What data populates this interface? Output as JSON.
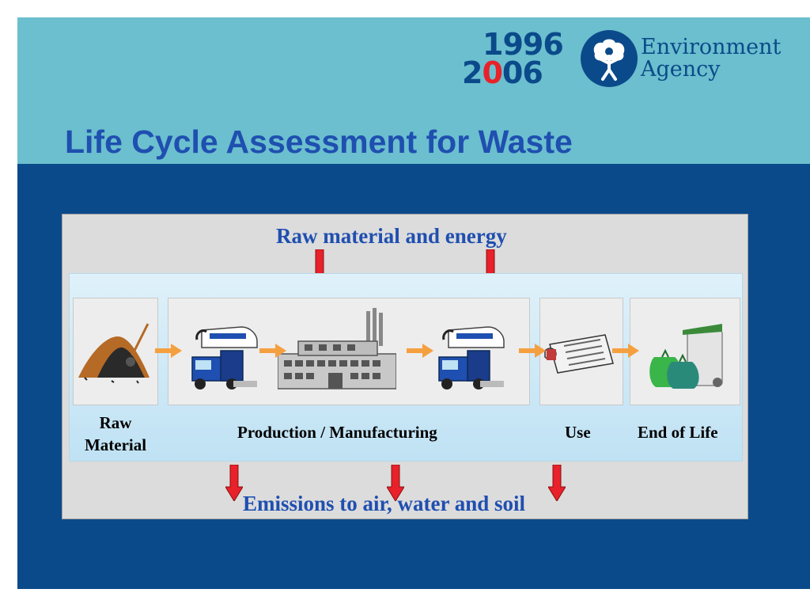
{
  "header": {
    "anniversary_line1": "1996",
    "anniversary_line2_a": "2",
    "anniversary_line2_zero": "0",
    "anniversary_line2_b": "06",
    "agency_line1": "Environment",
    "agency_line2": "Agency",
    "title": "Life Cycle Assessment for Waste"
  },
  "diagram": {
    "inputs_label": "Raw material and energy",
    "outputs_label": "Emissions to air, water and soil",
    "stages": {
      "raw_line1": "Raw",
      "raw_line2": "Material",
      "production": "Production / Manufacturing",
      "use": "Use",
      "end_of_life": "End of Life"
    }
  },
  "colors": {
    "header_bg": "#6bbfce",
    "slide_bg": "#0b4a8a",
    "title": "#1f4fb0",
    "arrow_red": "#e8212a",
    "arrow_orange": "#f5a040"
  }
}
